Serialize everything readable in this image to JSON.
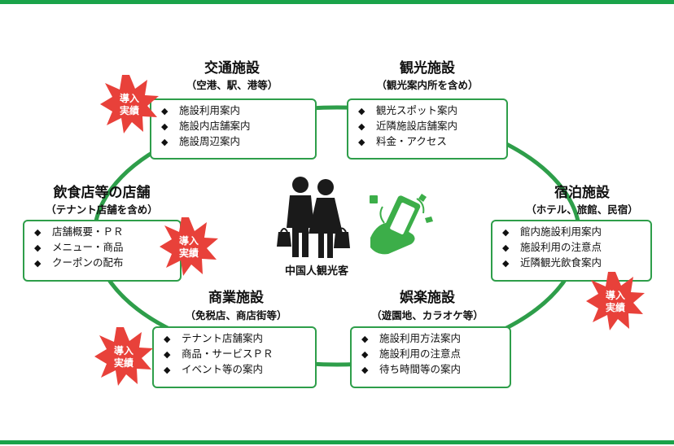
{
  "nodes": {
    "transport": {
      "title": "交通施設",
      "subtitle": "（空港、駅、港等）",
      "items": [
        "施設利用案内",
        "施設内店舗案内",
        "施設周辺案内"
      ]
    },
    "tourism": {
      "title": "観光施設",
      "subtitle": "（観光案内所を含め）",
      "items": [
        "観光スポット案内",
        "近隣施設店舗案内",
        "料金・アクセス"
      ]
    },
    "food": {
      "title": "飲食店等の店舗",
      "subtitle": "（テナント店舗を含め）",
      "items": [
        "店舗概要・ＰＲ",
        "メニュー・商品",
        "クーポンの配布"
      ]
    },
    "lodging": {
      "title": "宿泊施設",
      "subtitle": "（ホテル、旅館、民宿）",
      "items": [
        "館内施設利用案内",
        "施設利用の注意点",
        "近隣観光飲食案内"
      ]
    },
    "commerce": {
      "title": "商業施設",
      "subtitle": "（免税店、商店街等）",
      "items": [
        "テナント店舗案内",
        "商品・サービスＰＲ",
        "イベント等の案内"
      ]
    },
    "leisure": {
      "title": "娯楽施設",
      "subtitle": "（遊園地、カラオケ等）",
      "items": [
        "施設利用方法案内",
        "施設利用の注意点",
        "待ち時間等の案内"
      ]
    }
  },
  "bullet": "◆",
  "center": {
    "label": "中国人観光客"
  },
  "badge": {
    "line1": "導入",
    "line2": "実績"
  },
  "colors": {
    "green": "#2e9e4a",
    "badge_red": "#e8413a",
    "figure": "#1a1a1a"
  }
}
